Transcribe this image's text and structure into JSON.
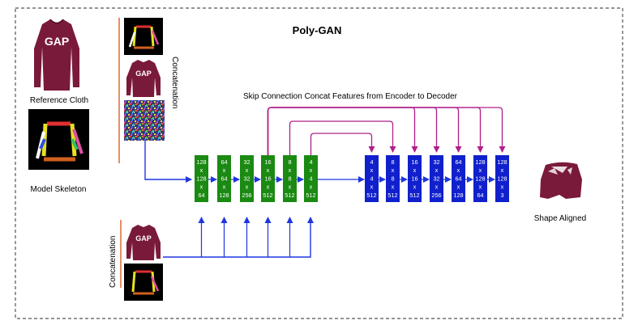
{
  "title": "Poly-GAN",
  "labels": {
    "reference_cloth": "Reference Cloth",
    "model_skeleton": "Model Skeleton",
    "concatenation_top": "Concatenation",
    "concatenation_bottom": "Concatenation",
    "skip_connection": "Skip Connection Concat Features from Encoder to Decoder",
    "shape_aligned": "Shape Aligned"
  },
  "shirt_logo": "GAP",
  "colors": {
    "encoder": "#1a8a12",
    "decoder": "#1020cc",
    "skip": "#b0208a",
    "flow": "#1f35e0",
    "divider": "#e06a30",
    "shirt": "#7a1a3a"
  },
  "encoder_blocks": [
    {
      "lines": [
        "128",
        "x",
        "128",
        "x",
        "64"
      ]
    },
    {
      "lines": [
        "64",
        "x",
        "64",
        "x",
        "128"
      ]
    },
    {
      "lines": [
        "32",
        "x",
        "32",
        "x",
        "256"
      ]
    },
    {
      "lines": [
        "16",
        "x",
        "16",
        "x",
        "512"
      ]
    },
    {
      "lines": [
        "8",
        "x",
        "8",
        "x",
        "512"
      ]
    },
    {
      "lines": [
        "4",
        "x",
        "4",
        "x",
        "512"
      ]
    }
  ],
  "decoder_blocks": [
    {
      "lines": [
        "4",
        "x",
        "4",
        "x",
        "512"
      ]
    },
    {
      "lines": [
        "8",
        "x",
        "8",
        "x",
        "512"
      ]
    },
    {
      "lines": [
        "16",
        "x",
        "16",
        "x",
        "512"
      ]
    },
    {
      "lines": [
        "32",
        "x",
        "32",
        "x",
        "256"
      ]
    },
    {
      "lines": [
        "64",
        "x",
        "64",
        "x",
        "128"
      ]
    },
    {
      "lines": [
        "128",
        "x",
        "128",
        "x",
        "64"
      ]
    },
    {
      "lines": [
        "128",
        "x",
        "128",
        "x",
        "3"
      ]
    }
  ]
}
